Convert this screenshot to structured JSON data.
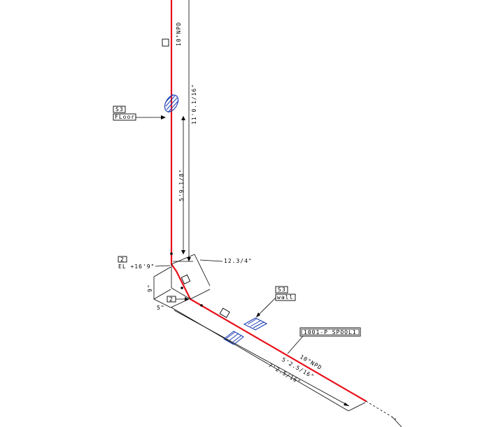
{
  "drawing": {
    "pipe_size_upper": "10\"NPD",
    "pipe_size_lower": "10\"NPD",
    "dim_upper_total": "11'0.1/16\"",
    "dim_upper_segment": "5'9.1/8\"",
    "dim_offset": "12.3/4\"",
    "dim_vertical_small": "9\"",
    "dim_horizontal_small": "5\"",
    "dim_run_inner": "5'2.5/16\"",
    "dim_run_outer": "7'2.5/16\"",
    "tag_floor_number": "S3",
    "tag_floor_text": "FLoor",
    "tag_wall_number": "S3",
    "tag_wall_text": "wall",
    "elbow_tag_number": "2",
    "elbow_elevation": "EL +16'9\"",
    "point_tag_number": "2",
    "spool_label": "1001-P SPOOL1",
    "colors": {
      "pipe": "#e8101a",
      "penetration": "#1f3fb4",
      "ink": "#000000"
    }
  }
}
